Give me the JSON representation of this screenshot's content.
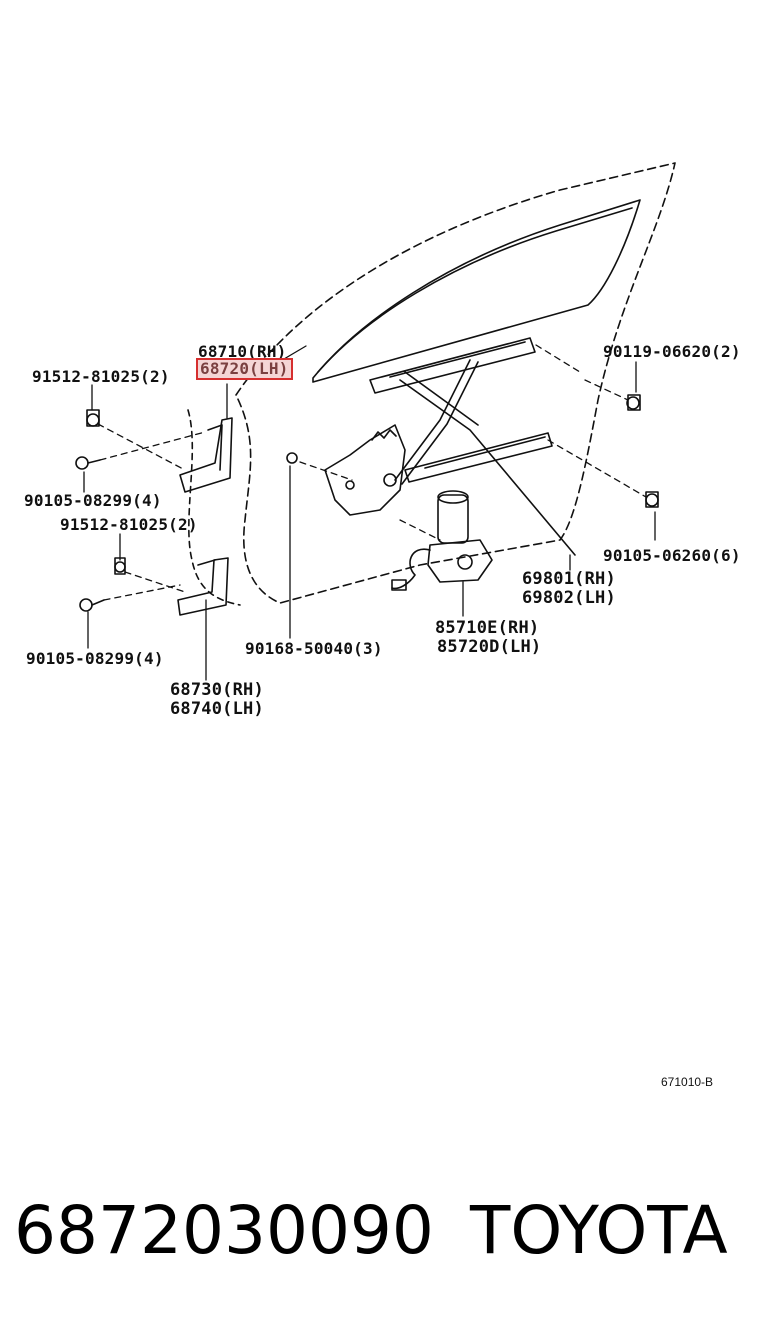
{
  "parts": {
    "hinge_upper_rh": "68710(RH)",
    "hinge_upper_lh": "68720(LH)",
    "bolt_upper_screw": "91512-81025(2)",
    "bolt_upper_nut": "90105-08299(4)",
    "bolt_lower_screw": "91512-81025(2)",
    "bolt_lower_nut": "90105-08299(4)",
    "hinge_lower_rh": "68730(RH)",
    "hinge_lower_lh": "68740(LH)",
    "clip": "90168-50040(3)",
    "bolt_regulator_top": "90119-06620(2)",
    "bolt_regulator_side": "90105-06260(6)",
    "regulator_rh": "69801(RH)",
    "regulator_lh": "69802(LH)",
    "motor_rh": "85710E(RH)",
    "motor_lh": "85720D(LH)"
  },
  "diagram_code": "671010-B",
  "footer": {
    "part_number": "6872030090",
    "brand": "TOYOTA"
  },
  "colors": {
    "highlight_border": "#d62f2f",
    "highlight_fill": "#f4d5d5"
  }
}
